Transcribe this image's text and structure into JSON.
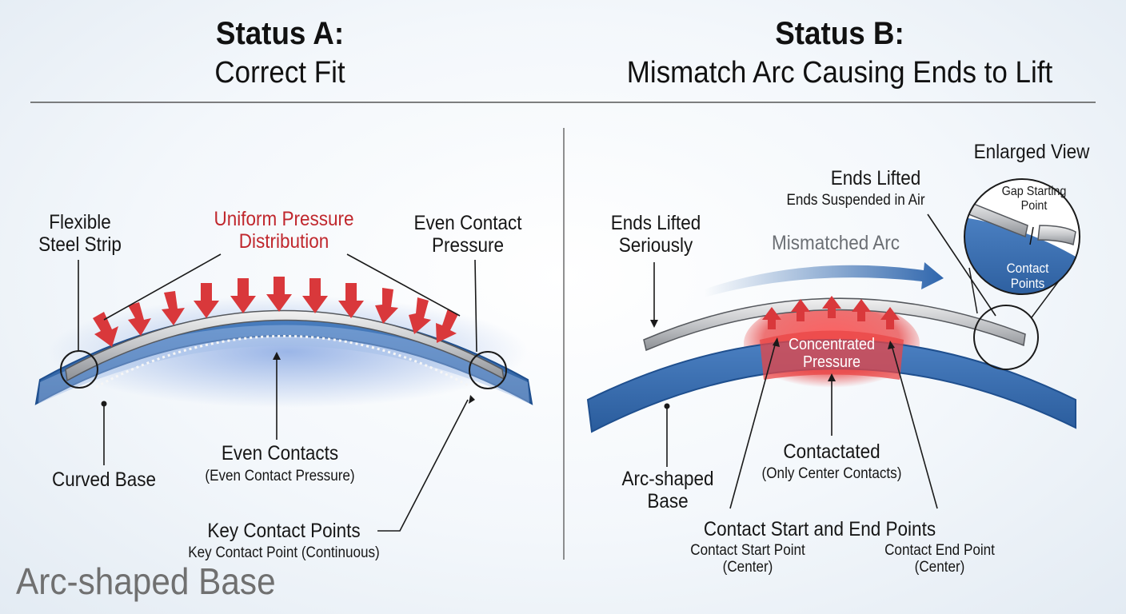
{
  "left": {
    "status_title": "Status A:",
    "status_sub": "Correct Fit",
    "uniform_pressure": [
      "Uniform Pressure",
      "Distribution"
    ],
    "flexible_strip": [
      "Flexible",
      "Steel Strip"
    ],
    "even_contact_pressure": [
      "Even Contact",
      "Pressure"
    ],
    "even_contacts": "Even Contacts",
    "even_contacts_sub": "(Even Contact Pressure)",
    "curved_base": "Curved Base",
    "key_points": "Key Contact Points",
    "key_points_sub": "Key Contact Point (Continuous)"
  },
  "right": {
    "status_title": "Status B:",
    "status_sub": "Mismatch Arc Causing Ends to Lift",
    "enlarged_view": "Enlarged View",
    "ends_lifted": "Ends Lifted",
    "ends_suspended": "Ends Suspended in Air",
    "ends_lifted_seriously": [
      "Ends Lifted",
      "Seriously"
    ],
    "mismatched_arc": "Mismatched Arc",
    "gap_start": [
      "Gap Starting",
      "Point"
    ],
    "contact_points": [
      "Contact",
      "Points"
    ],
    "concentrated": [
      "Concentrated",
      "Pressure"
    ],
    "contactated": "Contactated",
    "contactated_sub": "(Only Center Contacts)",
    "arc_base": [
      "Arc-shaped",
      "Base"
    ],
    "start_end": "Contact Start and End Points",
    "start_point": [
      "Contact Start Point",
      "(Center)"
    ],
    "end_point": [
      "Contact End Point",
      "(Center)"
    ]
  },
  "watermark": "Arc-shaped Base",
  "colors": {
    "base_blue": "#3a6eb0",
    "base_blue_dark": "#1f4f8e",
    "pressure_red": "#d9383b",
    "steel_gray": "#a9acb0"
  }
}
